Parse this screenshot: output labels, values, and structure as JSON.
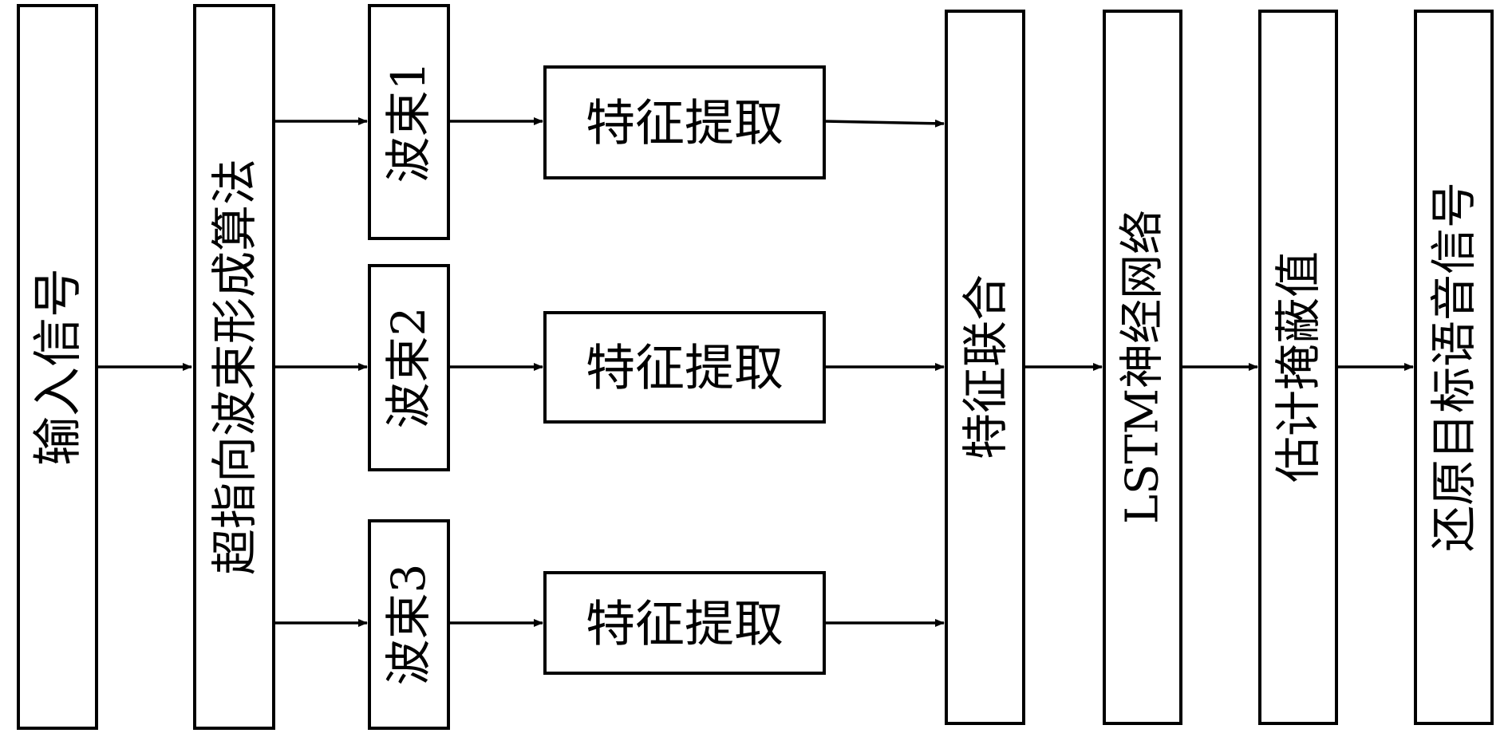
{
  "nodes": {
    "input": "输入信号",
    "beamforming": "超指向波束形成算法",
    "beam1": "波束1",
    "beam2": "波束2",
    "beam3": "波束3",
    "fe1": "特征提取",
    "fe2": "特征提取",
    "fe3": "特征提取",
    "combine": "特征联合",
    "lstm": "LSTM神经网络",
    "mask": "估计掩蔽值",
    "output": "还原目标语音信号"
  },
  "edges": [
    {
      "from": "input",
      "to": "beamforming"
    },
    {
      "from": "beamforming",
      "to": "beam1"
    },
    {
      "from": "beamforming",
      "to": "beam2"
    },
    {
      "from": "beamforming",
      "to": "beam3"
    },
    {
      "from": "beam1",
      "to": "fe1"
    },
    {
      "from": "beam2",
      "to": "fe2"
    },
    {
      "from": "beam3",
      "to": "fe3"
    },
    {
      "from": "fe1",
      "to": "combine"
    },
    {
      "from": "fe2",
      "to": "combine"
    },
    {
      "from": "fe3",
      "to": "combine"
    },
    {
      "from": "combine",
      "to": "lstm"
    },
    {
      "from": "lstm",
      "to": "mask"
    },
    {
      "from": "mask",
      "to": "output"
    }
  ],
  "colors": {
    "stroke": "#000000",
    "fill": "#ffffff",
    "text": "#000000"
  }
}
